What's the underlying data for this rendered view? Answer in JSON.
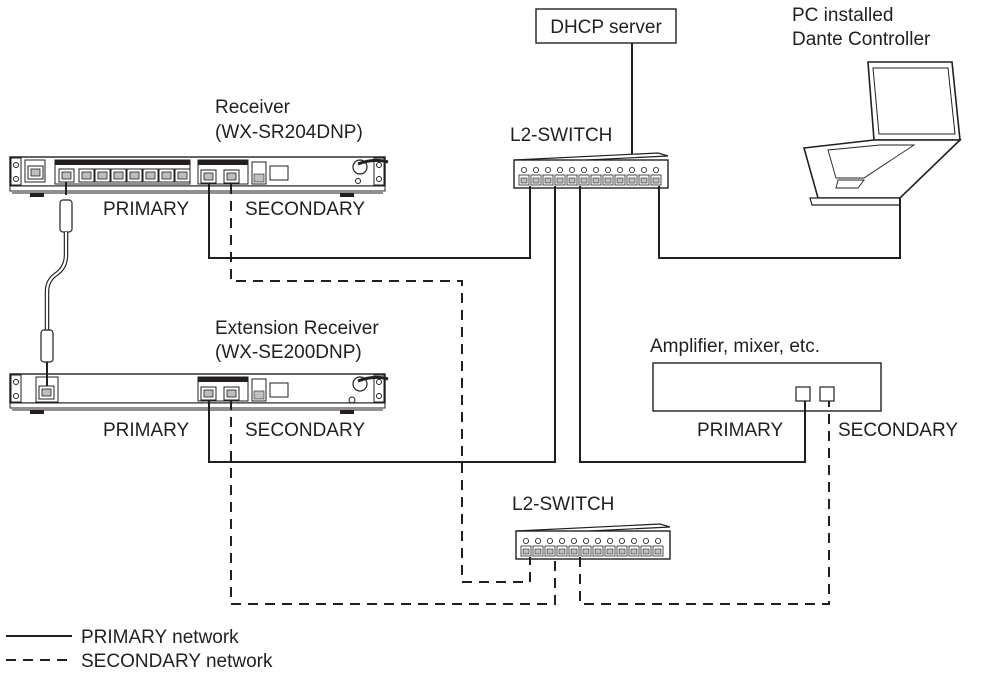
{
  "receiver": {
    "title": "Receiver",
    "model": "(WX-SR204DNP)",
    "primary_label": "PRIMARY",
    "secondary_label": "SECONDARY"
  },
  "extension": {
    "title": "Extension Receiver",
    "model": "(WX-SE200DNP)",
    "primary_label": "PRIMARY",
    "secondary_label": "SECONDARY"
  },
  "dhcp": {
    "label": "DHCP server"
  },
  "pc": {
    "line1": "PC installed",
    "line2": "Dante Controller"
  },
  "switch_top": {
    "label": "L2-SWITCH"
  },
  "switch_bottom": {
    "label": "L2-SWITCH"
  },
  "amplifier": {
    "label": "Amplifier, mixer, etc.",
    "primary_label": "PRIMARY",
    "secondary_label": "SECONDARY"
  },
  "legend": {
    "primary": "PRIMARY network",
    "secondary": "SECONDARY network"
  },
  "colors": {
    "line": "#231f20",
    "panel": "#d9d9d9",
    "port": "#bfbfbf"
  }
}
